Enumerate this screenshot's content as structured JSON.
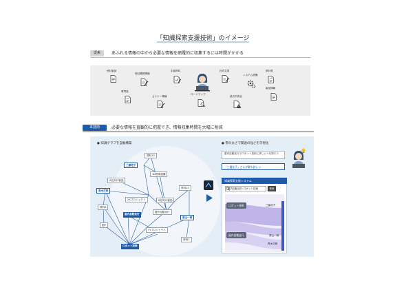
{
  "title": "「知識探索支援技術」のイメージ",
  "current": {
    "tag": "従来",
    "description": "あふれる情報の中から必要な情報を網羅的に収集するには時間がかかる",
    "items": {
      "i1": "他社製品",
      "i2": "他社開発情報",
      "i3": "引継資料",
      "i4": "社内文書",
      "i5": "システム設備",
      "i6": "設計書",
      "i7": "専門書",
      "i8": "セミナー情報",
      "i9": "ロードマップ",
      "i10": "過去不具合",
      "i11": "製品情報"
    }
  },
  "proposed": {
    "tag": "本技術",
    "description": "必要な情報を直観的に把握でき、情報収集時間を大幅に削減",
    "left_heading": "● 知識グラフを自動構築",
    "right_heading": "● 帯の太さで関連の強さを可視化",
    "nodes": {
      "n1": "資料10",
      "n2": "二番花子",
      "n3": "3D物体認識",
      "n4": "A社向け製品",
      "n5": "資料20",
      "n6": "青木次郎",
      "n7": "XXプロジェクト",
      "n8": "B社向け製品",
      "n9": "資料6",
      "n10": "屋外自動走行",
      "n11": "屋内自動走行",
      "n12": "栗山一郎",
      "n13": "国P",
      "n14": "YYプロジェクト",
      "n15": "資料C",
      "n16": "ロボット技術"
    },
    "question": "屋内自動走行でロボット技術に詳しい人を探そう",
    "answer": "「三番花子」さんが最も詳しい",
    "system": {
      "title": "知識探索支援システム",
      "search_value": "屋内自動走行 ロボット技術",
      "search_button": "検索",
      "chip_robot": "ロボット技術",
      "chip_indoor": "屋内自動走行",
      "person_1": "三番花子",
      "person_2": "栗山一郎",
      "person_3": "青木次郎"
    }
  },
  "colors": {
    "accent": "#1e5aa8",
    "band": "#b9aee6"
  }
}
